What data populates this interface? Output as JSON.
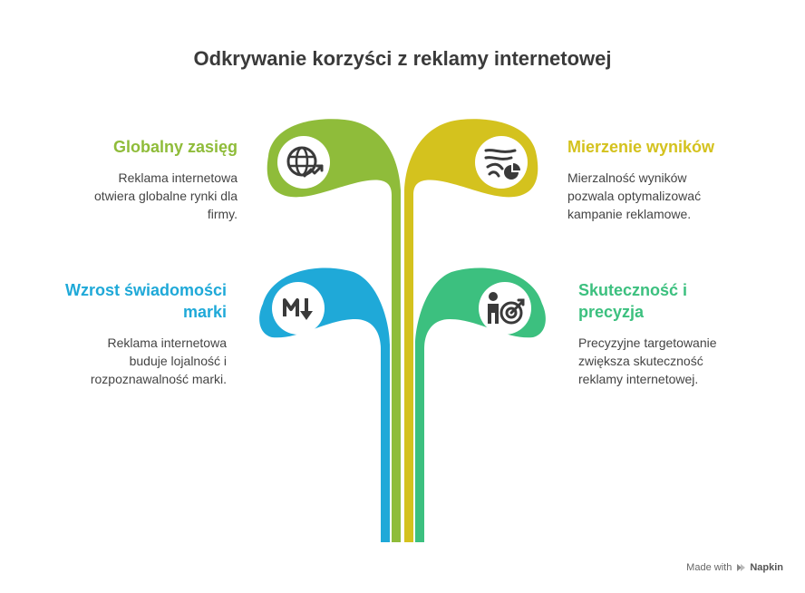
{
  "title": "Odkrywanie korzyści z reklamy internetowej",
  "items": [
    {
      "heading": "Globalny zasięg",
      "description": "Reklama internetowa otwiera globalne rynki dla firmy.",
      "icon": "globe-growth-icon",
      "color": "#8fbc3a"
    },
    {
      "heading": "Mierzenie wyników",
      "description": "Mierzalność wyników pozwala optymalizować kampanie reklamowe.",
      "icon": "wind-chart-icon",
      "color": "#d4c21e"
    },
    {
      "heading": "Wzrost świadomości marki",
      "description": "Reklama internetowa buduje lojalność i rozpoznawalność marki.",
      "icon": "markdown-icon",
      "color": "#1fa9d8"
    },
    {
      "heading": "Skuteczność i precyzja",
      "description": "Precyzyjne targetowanie zwiększa skuteczność reklamy internetowej.",
      "icon": "person-target-icon",
      "color": "#3cc07f"
    }
  ],
  "footer": {
    "made_with": "Made with",
    "brand": "Napkin"
  }
}
